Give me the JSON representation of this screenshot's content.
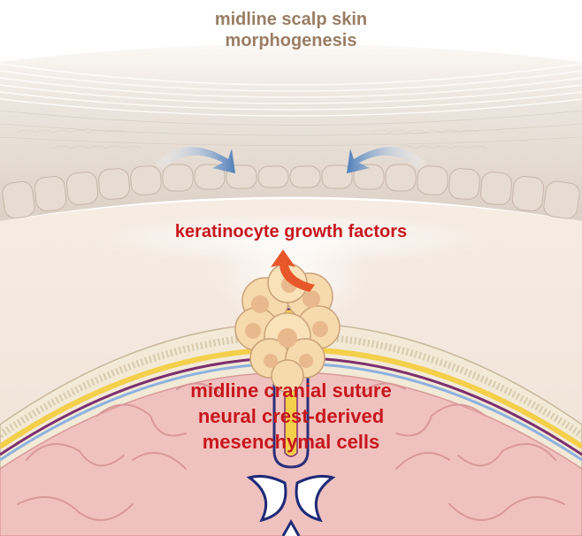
{
  "labels": {
    "title_line1": "midline scalp skin",
    "title_line2": "morphogenesis",
    "growth_factors": "keratinocyte growth factors",
    "suture_line1": "midline cranial suture",
    "suture_line2": "neural crest-derived",
    "suture_line3": "mesenchymal cells"
  },
  "icons": [
    "curved-arrow-left-icon",
    "curved-arrow-right-icon",
    "up-arrow-icon"
  ],
  "colors": {
    "epidermis": "#ddd3ca",
    "dermis": "#f3e7dc",
    "basal_cells": "#e6dcd1",
    "blue_arrow": "#5d8ec4",
    "orange_arrow": "#e8572a",
    "label_red": "#c8161d",
    "title_brown": "#9a7d63",
    "bone": "#f2e9d6",
    "brain": "#f0c2bf",
    "ventricle_outline": "#1f2a78"
  }
}
